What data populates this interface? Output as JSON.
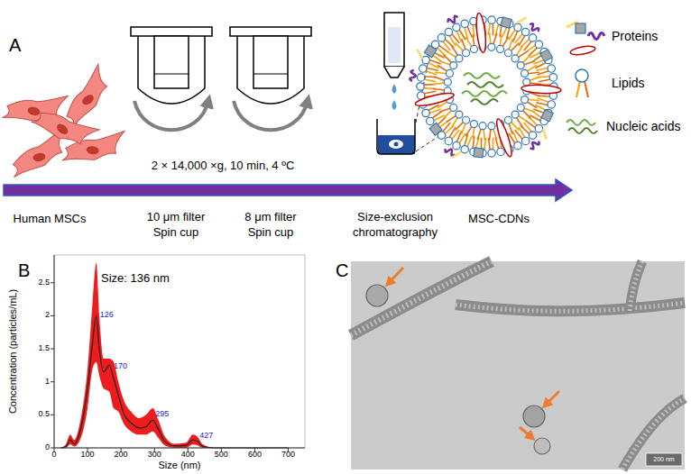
{
  "diagram": {
    "labels": [
      "A",
      "Human MSCs",
      "10 μm filter Spin cup",
      "8 μm filter Spin cup",
      "Size-exclusion chromatography",
      "MSC-CDNs",
      "2 × 14,000 ×g, 10 min, 4 ºC",
      "B",
      "Size: 136 nm",
      "Concentration (particles/mL)",
      "Size (nm)",
      "0",
      "0.5",
      "1",
      "1.5",
      "2",
      "2.5",
      "0",
      "100",
      "200",
      "300",
      "400",
      "500",
      "600",
      "700",
      "126",
      "170",
      "295",
      "427",
      "C",
      "200 nm"
    ],
    "legend": [
      {
        "text": "Proteins"
      },
      {
        "text": "Lipids"
      },
      {
        "text": "Nucleic acids"
      }
    ]
  }
}
